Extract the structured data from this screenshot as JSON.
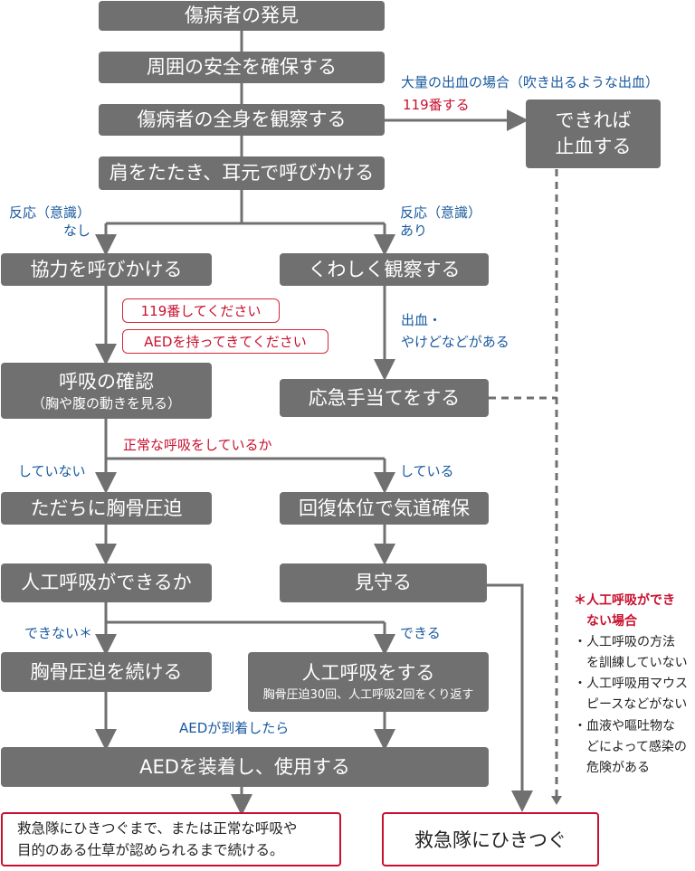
{
  "steps": {
    "discover": "傷病者の発見",
    "safety": "周囲の安全を確保する",
    "observe_body": "傷病者の全身を観察する",
    "tap_call": "肩をたたき、耳元で呼びかける",
    "call_help": "協力を呼びかける",
    "observe_detail": "くわしく観察する",
    "breath_check": "呼吸の確認",
    "breath_check_sub": "（胸や腹の動きを見る）",
    "first_aid": "応急手当てをする",
    "cpr": "ただちに胸骨圧迫",
    "recovery": "回復体位で気道確保",
    "can_rescue_breath": "人工呼吸ができるか",
    "watch": "見守る",
    "continue_cpr": "胸骨圧迫を続ける",
    "rescue_breath": "人工呼吸をする",
    "rescue_breath_sub": "胸骨圧迫30回、人工呼吸2回をくり返す",
    "aed_use": "AEDを装着し、使用する",
    "stop_bleeding": "できれば\n止血する"
  },
  "labels": {
    "heavy_bleeding": "大量の出血の場合（吹き出るような出血）",
    "call_119": "119番する",
    "no_response": "反応（意識）\nなし",
    "response": "反応（意識）\nあり",
    "bleeding_burns": "出血・\nやけどなどがある",
    "normal_breathing_q": "正常な呼吸をしているか",
    "not_breathing": "していない",
    "breathing": "している",
    "cannot": "できない＊",
    "can": "できる",
    "aed_arrived": "AEDが到着したら"
  },
  "bubbles": {
    "call_119_please": "119番してください",
    "bring_aed": "AEDを持ってきてください"
  },
  "final": {
    "continue_until": "救急隊にひきつぐまで、または正常な呼吸や\n目的のある仕草が認められるまで続ける。",
    "handover": "救急隊にひきつぐ"
  },
  "note": {
    "title": "＊人工呼吸ができ\n　ない場合",
    "items": [
      "・人工呼吸の方法\n　を訓練していない",
      "・人工呼吸用マウス\n　ピースなどがない",
      "・血液や嘔吐物な\n　どによって感染の\n　危険がある"
    ]
  },
  "colors": {
    "box_gray": "#707070",
    "line_gray": "#707070",
    "label_blue": "#1a5aa0",
    "accent_red": "#c8102e"
  }
}
